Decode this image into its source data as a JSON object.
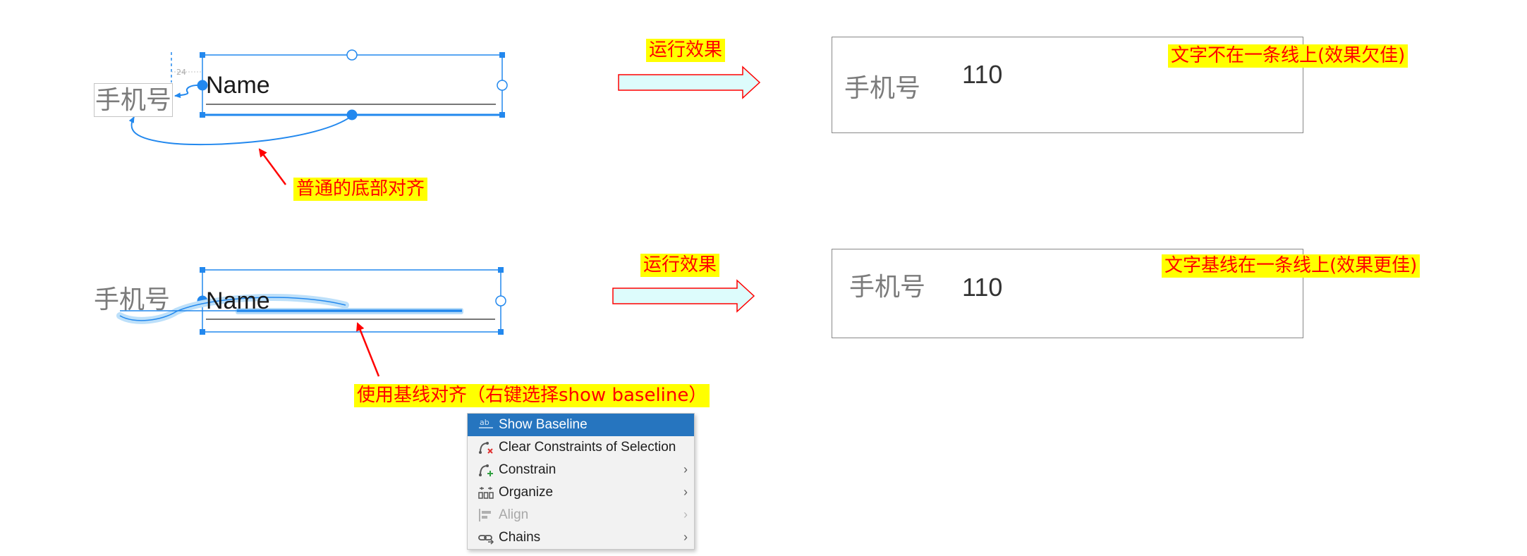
{
  "top_example": {
    "label_text": "手机号",
    "edittext_hint": "Name",
    "margin_value": "24",
    "annotation": "普通的底部对齐"
  },
  "bottom_example": {
    "label_text": "手机号",
    "edittext_hint": "Name",
    "annotation": "使用基线对齐（右键选择show baseline）"
  },
  "run_effect_label_top": "运行效果",
  "run_effect_label_bottom": "运行效果",
  "result_top": {
    "label": "手机号",
    "value": "110",
    "note": "文字不在一条线上(效果欠佳)"
  },
  "result_bottom": {
    "label": "手机号",
    "value": "110",
    "note": "文字基线在一条线上(效果更佳)"
  },
  "context_menu": {
    "items": [
      {
        "label": "Show Baseline",
        "icon": "baseline-icon",
        "selected": true,
        "has_submenu": false,
        "enabled": true
      },
      {
        "label": "Clear Constraints of Selection",
        "icon": "clear-constraints-icon",
        "selected": false,
        "has_submenu": false,
        "enabled": true
      },
      {
        "label": "Constrain",
        "icon": "constrain-icon",
        "selected": false,
        "has_submenu": true,
        "enabled": true
      },
      {
        "label": "Organize",
        "icon": "organize-icon",
        "selected": false,
        "has_submenu": true,
        "enabled": true
      },
      {
        "label": "Align",
        "icon": "align-icon",
        "selected": false,
        "has_submenu": true,
        "enabled": false
      },
      {
        "label": "Chains",
        "icon": "chains-icon",
        "selected": false,
        "has_submenu": true,
        "enabled": true
      }
    ],
    "submenu_arrow": "›"
  },
  "colors": {
    "selection_blue": "#2288ee",
    "annotation_red": "#ff0000",
    "annotation_bg": "#ffff00",
    "arrow_fill": "#ddfcfc",
    "underline_teal": "#2dd4cf",
    "menu_selected": "#2675bf"
  }
}
